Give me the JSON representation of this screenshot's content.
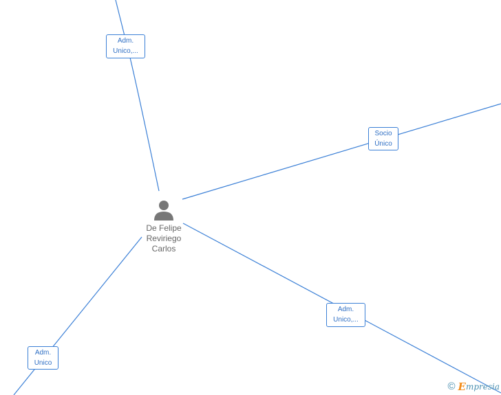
{
  "person": {
    "name_lines": [
      "De Felipe",
      "Reviriego",
      "Carlos"
    ],
    "icon": "person-silhouette-icon"
  },
  "edges": [
    {
      "id": "top",
      "label_lines": [
        "Adm.",
        "Unico,..."
      ]
    },
    {
      "id": "right",
      "label_lines": [
        "Socio",
        "Único"
      ]
    },
    {
      "id": "bottom-right",
      "label_lines": [
        "Adm.",
        "Unico,..."
      ]
    },
    {
      "id": "bottom-left",
      "label_lines": [
        "Adm.",
        "Unico"
      ]
    }
  ],
  "brand": {
    "copyright_symbol": "©",
    "initial": "E",
    "rest": "mpresia"
  },
  "colors": {
    "edge": "#3a7fd6",
    "label_text": "#2f6fc4",
    "node_icon": "#777777",
    "node_text": "#666666",
    "brand_orange": "#f28c1a",
    "brand_blue": "#4a8fb0"
  }
}
